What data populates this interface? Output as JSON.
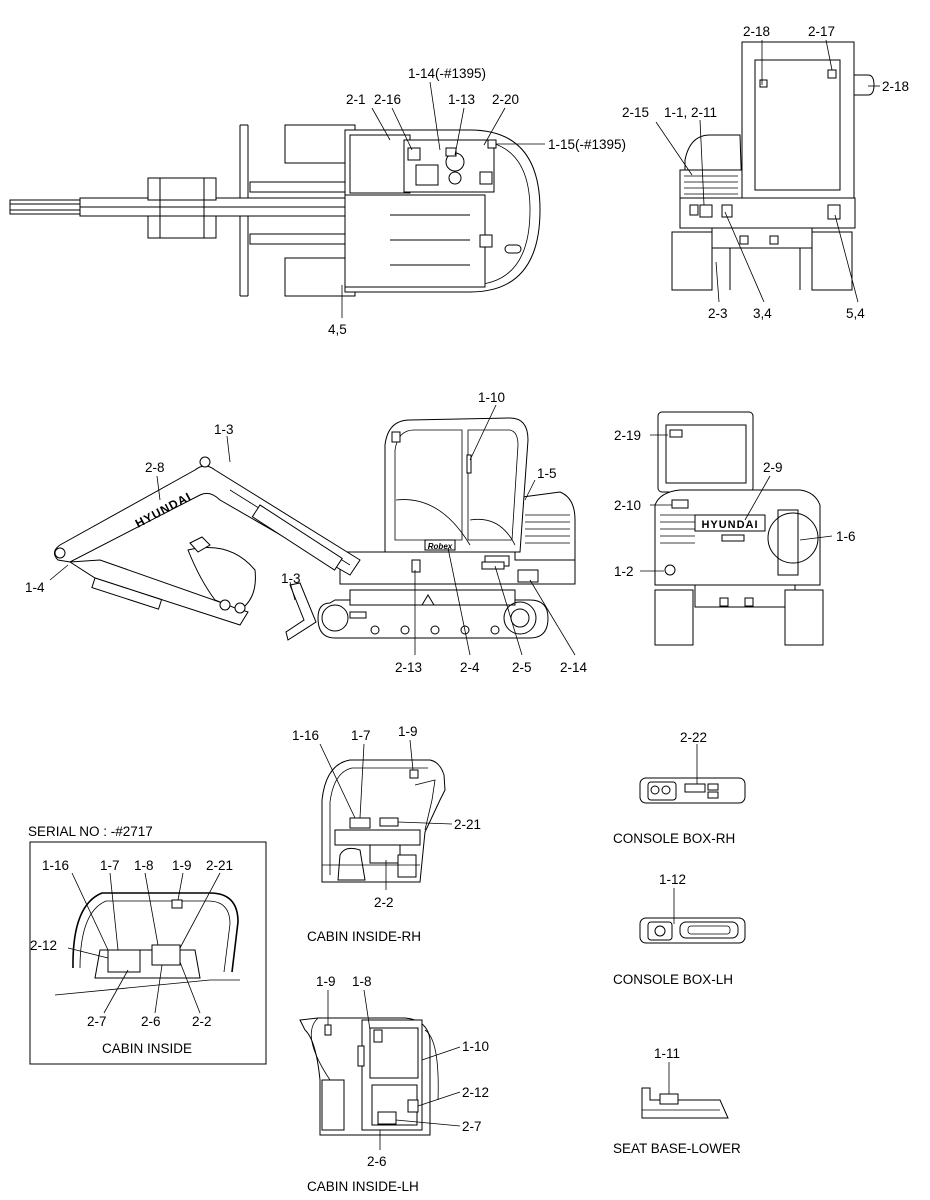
{
  "labels": {
    "l_1_14": "1-14(-#1395)",
    "l_2_1": "2-1",
    "l_2_16": "2-16",
    "l_1_13": "1-13",
    "l_2_20": "2-20",
    "l_1_15": "1-15(-#1395)",
    "l_4_5": "4,5",
    "l_2_18a": "2-18",
    "l_2_17": "2-17",
    "l_2_18b": "2-18",
    "l_2_15": "2-15",
    "l_1_1_2_11": "1-1, 2-11",
    "l_2_3": "2-3",
    "l_3_4": "3,4",
    "l_5_4": "5,4",
    "l_1_10a": "1-10",
    "l_1_3a": "1-3",
    "l_2_8": "2-8",
    "l_1_5": "1-5",
    "l_1_4": "1-4",
    "l_1_3b": "1-3",
    "l_2_13": "2-13",
    "l_2_4": "2-4",
    "l_2_5": "2-5",
    "l_2_14": "2-14",
    "l_2_19": "2-19",
    "l_2_9": "2-9",
    "l_2_10": "2-10",
    "l_1_6": "1-6",
    "l_1_2": "1-2",
    "l_1_16a": "1-16",
    "l_1_7a": "1-7",
    "l_1_9a": "1-9",
    "l_2_21a": "2-21",
    "l_2_2a": "2-2",
    "l_2_22": "2-22",
    "l_1_12": "1-12",
    "l_1_16b": "1-16",
    "l_1_7b": "1-7",
    "l_1_8b": "1-8",
    "l_1_9b": "1-9",
    "l_2_21b": "2-21",
    "l_2_12b": "2-12",
    "l_2_7b": "2-7",
    "l_2_6b": "2-6",
    "l_2_2b": "2-2",
    "l_1_9c": "1-9",
    "l_1_8c": "1-8",
    "l_1_10c": "1-10",
    "l_2_12c": "2-12",
    "l_2_7c": "2-7",
    "l_2_6c": "2-6",
    "l_1_11": "1-11"
  },
  "captions": {
    "serial_no": "SERIAL NO : -#2717",
    "cabin_inside": "CABIN INSIDE",
    "cabin_inside_rh": "CABIN INSIDE-RH",
    "cabin_inside_lh": "CABIN INSIDE-LH",
    "console_box_rh": "CONSOLE BOX-RH",
    "console_box_lh": "CONSOLE BOX-LH",
    "seat_base_lower": "SEAT BASE-LOWER"
  },
  "decals": {
    "brand": "HYUNDAI",
    "boom_brand": "HYUNDAI",
    "model_badge": "Robex"
  }
}
